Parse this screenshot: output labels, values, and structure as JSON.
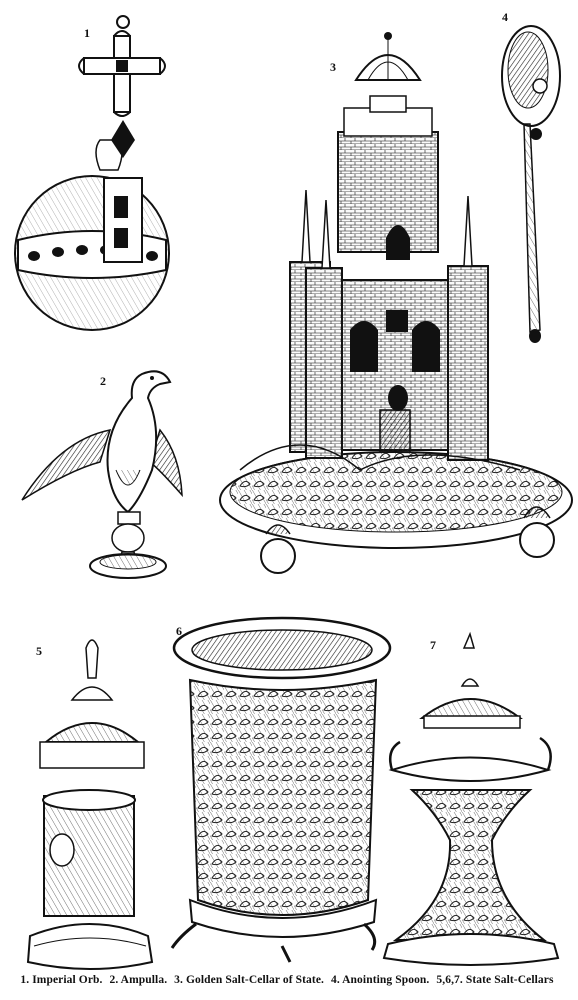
{
  "figures": [
    {
      "number": "1",
      "item": "imperial-orb"
    },
    {
      "number": "2",
      "item": "ampulla"
    },
    {
      "number": "3",
      "item": "golden-salt-cellar-of-state"
    },
    {
      "number": "4",
      "item": "anointing-spoon"
    },
    {
      "number": "5",
      "item": "state-salt-cellar"
    },
    {
      "number": "6",
      "item": "state-salt-cellar"
    },
    {
      "number": "7",
      "item": "state-salt-cellar"
    }
  ],
  "caption": {
    "part1": "1. Imperial Orb.",
    "part2": "2. Ampulla.",
    "part3": "3. Golden Salt-Cellar of State.",
    "part4": "4. Anointing Spoon.",
    "part5": "5,6,7. State Salt-Cellars"
  },
  "colors": {
    "ink": "#111111",
    "paper": "#ffffff",
    "shade": "#555555"
  }
}
